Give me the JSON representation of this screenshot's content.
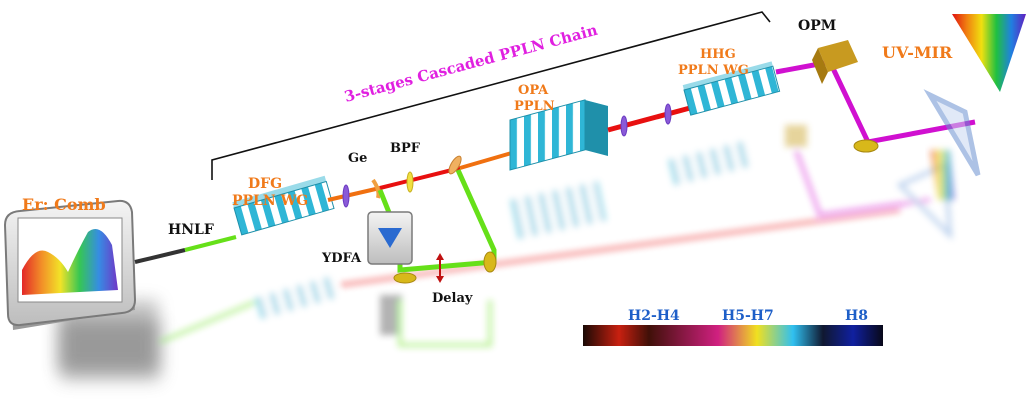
{
  "labels": {
    "er_comb": "Er: Comb",
    "hnlf": "HNLF",
    "dfg_line1": "DFG",
    "dfg_line2": "PPLN WG",
    "ge": "Ge",
    "bpf": "BPF",
    "ydfa": "YDFA",
    "delay": "Delay",
    "opa_line1": "OPA",
    "opa_line2": "PPLN",
    "hhg_line1": "HHG",
    "hhg_line2": "PPLN WG",
    "opm": "OPM",
    "uv_mir": "UV-MIR",
    "chain": "3-stages Cascaded PPLN Chain",
    "h2_h4": "H2-H4",
    "h5_h7": "H5-H7",
    "h8": "H8"
  },
  "colors": {
    "label_orange": "#f07a1a",
    "label_magenta": "#e020e0",
    "label_black": "#111111",
    "label_blue": "#1e5fc8",
    "ppln_cyan": "#2fb6d6",
    "beam_green": "#66e019",
    "beam_red": "#e81010",
    "beam_orange": "#f07010",
    "beam_magenta": "#d010d0",
    "mirror_gold": "#d8b81a"
  },
  "icons": {
    "comb_display": "spectrum-display-icon",
    "amplifier": "triangle-down-icon",
    "delay_arrow": "double-arrow-icon",
    "prism": "prism-icon",
    "output_cone": "rainbow-cone-icon"
  }
}
